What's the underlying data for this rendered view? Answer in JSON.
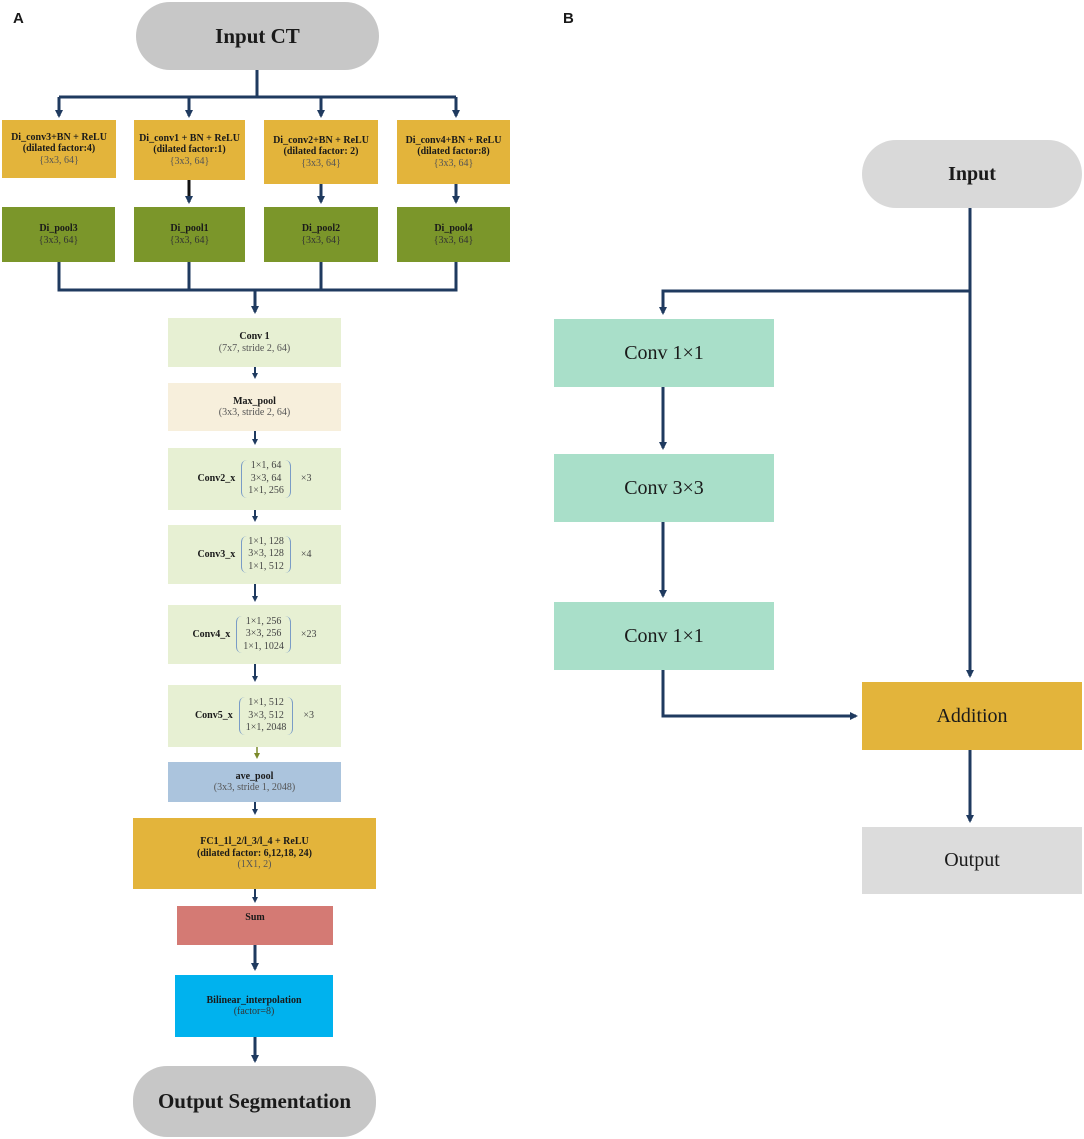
{
  "panel_a": {
    "label": "A",
    "input": "Input CT",
    "branches": [
      {
        "title": "Di_conv3+BN + ReLU",
        "sub": "(dilated factor:4)",
        "shape": "{3x3, 64}",
        "pool": "Di_pool3",
        "pool_shape": "{3x3, 64}"
      },
      {
        "title": "Di_conv1 + BN + ReLU",
        "sub": "(dilated factor:1)",
        "shape": "{3x3, 64}",
        "pool": "Di_pool1",
        "pool_shape": "{3x3, 64}"
      },
      {
        "title": "Di_conv2+BN + ReLU",
        "sub": "(dilated factor: 2)",
        "shape": "{3x3, 64}",
        "pool": "Di_pool2",
        "pool_shape": "{3x3, 64}"
      },
      {
        "title": "Di_conv4+BN + ReLU",
        "sub": "(dilated factor:8)",
        "shape": "{3x3, 64}",
        "pool": "Di_pool4",
        "pool_shape": "{3x3, 64}"
      }
    ],
    "conv1": {
      "title": "Conv 1",
      "sub": "(7x7, stride 2, 64)"
    },
    "max_pool": {
      "title": "Max_pool",
      "sub": "(3x3, stride 2, 64)"
    },
    "stages": [
      {
        "name": "Conv2_x",
        "rows": [
          "1×1, 64",
          "3×3, 64",
          "1×1, 256"
        ],
        "repeat": "×3"
      },
      {
        "name": "Conv3_x",
        "rows": [
          "1×1, 128",
          "3×3, 128",
          "1×1, 512"
        ],
        "repeat": "×4"
      },
      {
        "name": "Conv4_x",
        "rows": [
          "1×1, 256",
          "3×3, 256",
          "1×1, 1024"
        ],
        "repeat": "×23"
      },
      {
        "name": "Conv5_x",
        "rows": [
          "1×1, 512",
          "3×3, 512",
          "1×1, 2048"
        ],
        "repeat": "×3"
      }
    ],
    "ave_pool": {
      "title": "ave_pool",
      "sub": "(3x3, stride 1, 2048)"
    },
    "fc": {
      "title": "FC1_1l_2/l_3/l_4 + ReLU",
      "sub": "(dilated factor:   6,12,18, 24)",
      "shape": "(1X1, 2)"
    },
    "sum": "Sum",
    "bilinear": {
      "title": "Bilinear_interpolation",
      "sub": "(factor=8)"
    },
    "output": "Output Segmentation"
  },
  "panel_b": {
    "label": "B",
    "input": "Input",
    "conv_a": "Conv 1×1",
    "conv_b": "Conv 3×3",
    "conv_c": "Conv 1×1",
    "addition": "Addition",
    "output": "Output"
  },
  "colors": {
    "wire": "#1f3a5f",
    "gold": "#e3b43b",
    "olive": "#7b962a",
    "pale_green": "#e7f0d3",
    "cream": "#f7efdc",
    "steel_blue": "#abc4dd",
    "salmon": "#d47a74",
    "cyan": "#00b2ee",
    "mint": "#a9dfc9",
    "grey": "#c7c7c7"
  }
}
